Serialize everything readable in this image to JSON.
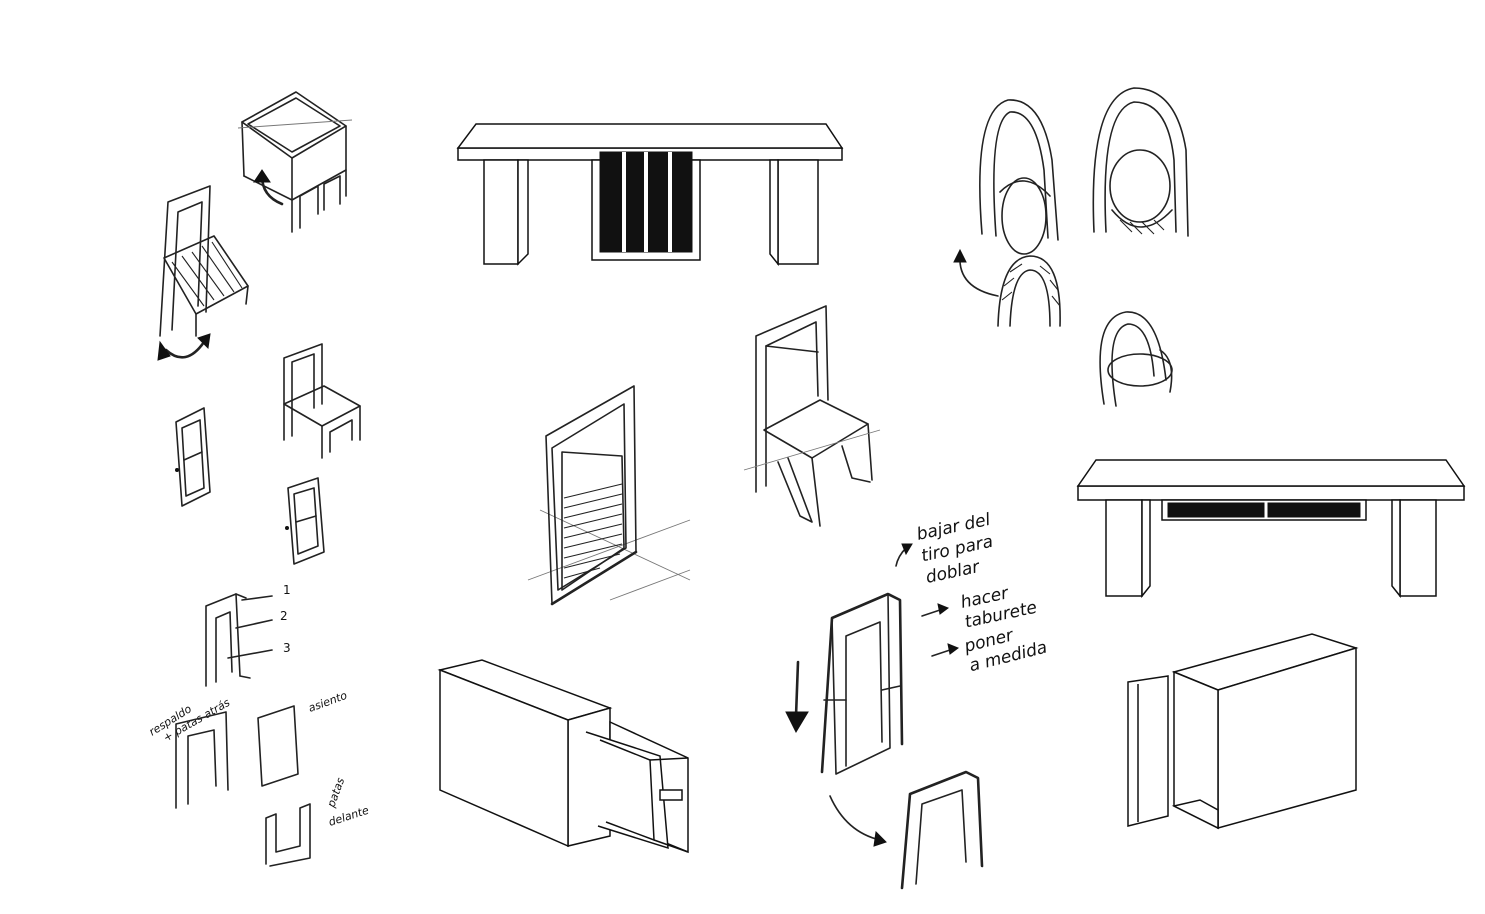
{
  "sheet": {
    "background": "#ffffff",
    "ink": "#111111",
    "icons": [
      "rotate-arrow-icon",
      "double-arrow-icon",
      "down-arrow-icon",
      "curved-arrow-icon",
      "pointer-arrow-icon"
    ]
  },
  "labels": {
    "part_1": "1",
    "part_2": "2",
    "part_3": "3",
    "respaldo": "respaldo",
    "patas_atras": "+ patas atrás",
    "asiento": "asiento",
    "patas": "patas",
    "delante": "delante"
  },
  "annotations": {
    "note_1": [
      "bajar del",
      "tiro para",
      "doblar"
    ],
    "note_2": [
      "hacer",
      "taburete"
    ],
    "note_3": [
      "poner",
      "a medida"
    ]
  }
}
